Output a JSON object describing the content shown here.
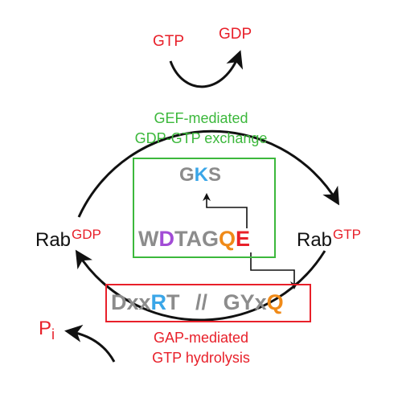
{
  "nucleotides": {
    "gtp_in": "GTP",
    "gdp_out": "GDP"
  },
  "gef": {
    "line1": "GEF-mediated",
    "line2": "GDP-GTP exchange"
  },
  "gef_box": {
    "top_motif": {
      "g": "G",
      "k": "K",
      "s": "S"
    },
    "bottom_motif": {
      "w": "W",
      "d": "D",
      "tag": "TAG",
      "q": "Q",
      "e": "E"
    }
  },
  "rab_gdp": {
    "base": "Rab",
    "sup": "GDP"
  },
  "rab_gtp": {
    "base": "Rab",
    "sup": "GTP"
  },
  "gap_box": {
    "dxx": "Dxx",
    "r": "R",
    "t": "T",
    "sep": "//",
    "gyx": "GYx",
    "q": "Q"
  },
  "gap": {
    "line1": "GAP-mediated",
    "line2": "GTP hydrolysis"
  },
  "pi": {
    "base": "P",
    "sub": "i"
  },
  "colors": {
    "red": "#e8202a",
    "green": "#3cb83c",
    "gray": "#8c8c8c",
    "purple": "#a24cd6",
    "blue": "#3aa6e8",
    "orange": "#f08a18"
  }
}
